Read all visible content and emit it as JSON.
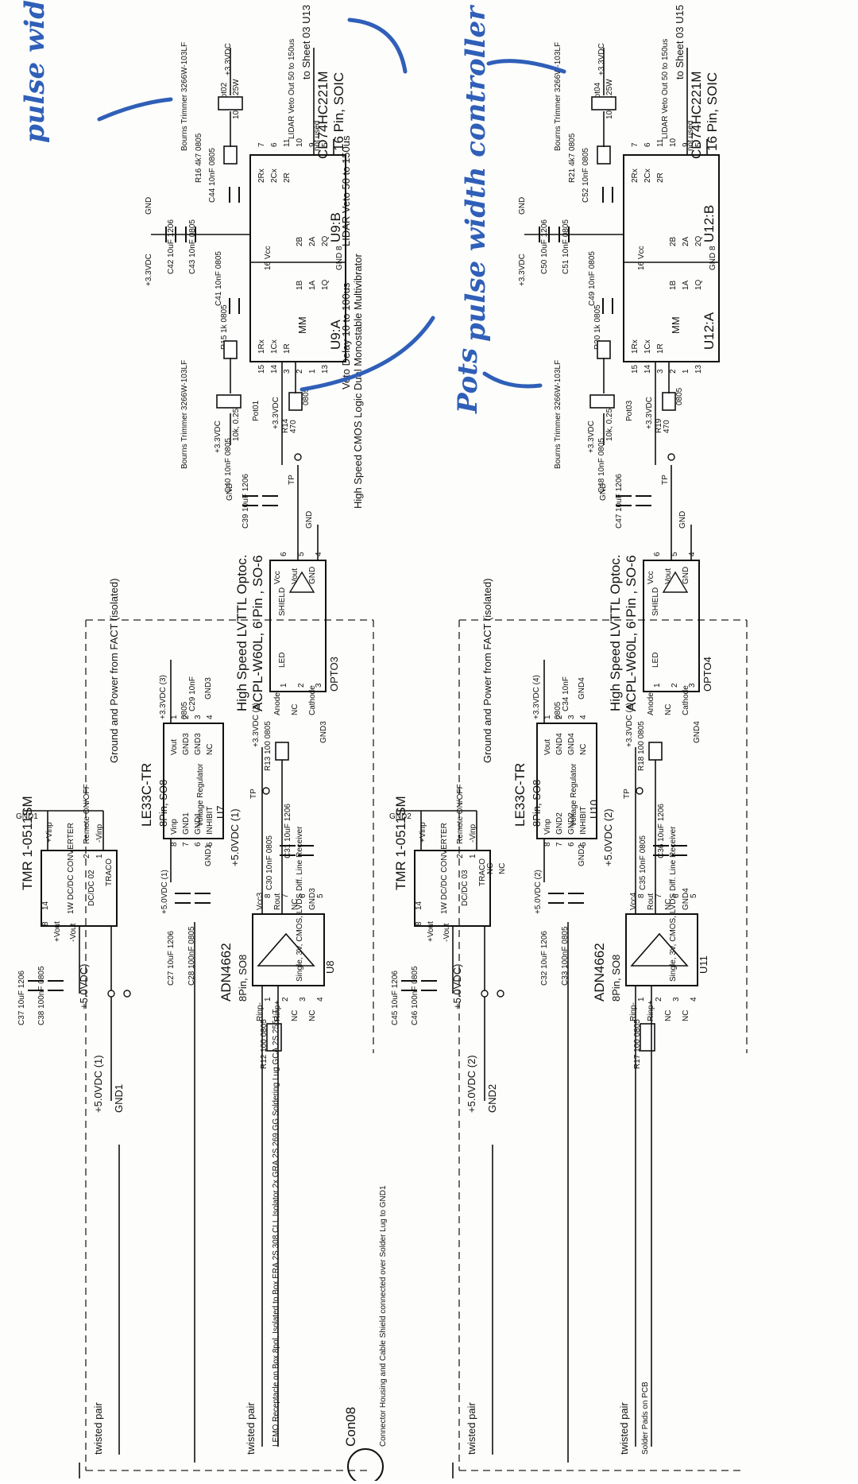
{
  "annotations": {
    "top_left_note": "pulse width controlle",
    "middle_note": "pulse width controller for",
    "bottom_note": "Pots"
  },
  "ink_color": "#2f5fb8",
  "channels": [
    {
      "id": 3,
      "connector": {
        "label": "LEMO Receptacle on Box 8pol, Isolated to Box ERA.2S.308.CLL Isolator 2x GRA.2S.269.GG Soldering Lug GCA.2S.255.LT",
        "name": "Con08",
        "shield_note": "Connector Housing and Cable Shield connected over Solder Lug to GND1",
        "twisted_pair": "twisted pair"
      },
      "isolation_box": {
        "title": "Ground and Power from FACT (isolated)"
      },
      "dcdc": {
        "part": "TMR 1-0511SM",
        "body": "1W DC/DC CONVERTER",
        "ref": "DC/DC 02",
        "maker": "TRACO",
        "pins": [
          "+Vinp",
          "-Vinp",
          "Remote ON/OFF",
          "+Vout",
          "-Vout"
        ],
        "pin_numbers": [
          "14",
          "1",
          "2",
          "8",
          "9",
          "7"
        ],
        "rail_in": "+5.0VDC (1)",
        "gnd": "GND1",
        "caps": [
          "C37 10uF 1206",
          "C38 100nF 0805"
        ],
        "supply": "+5.0VDC)"
      },
      "regulator": {
        "part": "LE33C-TR",
        "pkg": "8Pin, SO8",
        "ref": "U7",
        "body": "Voltage Regulator",
        "inhibit": "INHIBIT",
        "out_rail": "+3.3VDC (3)",
        "in_rail": "+5.0VDC (1)",
        "caps_out": [
          "C29 10nF",
          "0805"
        ],
        "caps_in": [
          "C27 10uF 1206",
          "C28 100nF 0805"
        ],
        "pins": [
          "Vout",
          "GND3",
          "GND3",
          "NC",
          "Vinp",
          "GND1",
          "GND1",
          "INHIBIT"
        ],
        "pin_numbers": [
          "1",
          "2",
          "3",
          "4",
          "8",
          "7",
          "6",
          "5"
        ],
        "gnd": "GND3",
        "gnd_in": "GND1"
      },
      "receiver": {
        "part": "ADN4662",
        "pkg": "8Pin, SO8",
        "ref": "U8",
        "body": "Single, 3V, CMOS, LVDS Diff. Line Receiver",
        "pins": [
          "Rinp-",
          "Rinp+",
          "NC",
          "NC",
          "Vcc3",
          "Rout",
          "NC",
          "GND3"
        ],
        "pin_numbers": [
          "1",
          "2",
          "3",
          "4",
          "8",
          "7",
          "6",
          "5"
        ],
        "term": "R12 100 0805",
        "caps": [
          "C30 10nF 0805",
          "C31 10uF 1206"
        ],
        "tp": "TP"
      },
      "optocoupler": {
        "header": "High Speed LVTTL Optoc.",
        "part": "ACPL-W60L, 6 Pin , SO-6",
        "ref": "OPTO3",
        "pins": [
          "Anode",
          "NC",
          "Cathode",
          "Vcc",
          "Vout",
          "GND"
        ],
        "pin_numbers": [
          "1",
          "2",
          "3",
          "6",
          "5",
          "4"
        ],
        "labels": [
          "SHIELD",
          "LED"
        ],
        "series": "R13 100 0805",
        "rail": "+3.3VDC (3)",
        "gnd": "GND3",
        "caps": [
          "C39 10uF 1206",
          "C40 10nF 0805"
        ],
        "gnd_out": "GND"
      },
      "monostable": {
        "part": "CD74HC221M",
        "pkg": "16 Pin, SOIC",
        "ref_a": "U9:A",
        "ref_b": "U9:B",
        "title": "High Speed CMOS Logic Dual Monostable Multivibrator",
        "delay": "Veto Delay 10 to 100us",
        "veto": "LIDAR Veto 50 to 150us",
        "veto_out": "LIDAR Veto Out 50 to 150us",
        "to_sheet": "to Sheet 03 U13",
        "not_used": "not used",
        "pins_a": [
          "1Rx",
          "1Cx",
          "1R",
          "1B",
          "1A",
          "1Q",
          "MM"
        ],
        "pins_b": [
          "2Rx",
          "2Cx",
          "2R",
          "2B",
          "2A",
          "2Q"
        ],
        "pin_numbers_a": [
          "15",
          "14",
          "3",
          "2",
          "1",
          "13",
          "4"
        ],
        "pin_numbers_b": [
          "7",
          "6",
          "11",
          "10",
          "9",
          "5",
          "12"
        ],
        "vcc": "16 Vcc",
        "gnd": "GND 8"
      },
      "pot_delay": {
        "trimmer": "Bourns Trimmer 3266W-103LF",
        "ref": "Pot01",
        "value": "10k, 0.25W",
        "r": "R15 1k 0805",
        "c": "C41 10nF 0805",
        "rail": "+3.3VDC"
      },
      "pot_veto": {
        "trimmer": "Bourns Trimmer 3266W-103LF",
        "ref": "Pot02",
        "value": "10k, 0.25W",
        "r": "R16 4k7 0805",
        "c": "C44 10nF 0805",
        "rail": "+3.3VDC"
      },
      "decoupling": {
        "c1": "C42 10uF 1206",
        "c2": "C43 10nF 0805",
        "rail": "+3.3VDC",
        "gnd": "GND"
      },
      "pullup": {
        "ref": "R14",
        "value": "470",
        "pkg": "0805",
        "rail": "+3.3VDC",
        "tp": "TP"
      }
    },
    {
      "id": 4,
      "connector": {
        "label": "Solder Pads on PCB",
        "twisted_pair": "twisted pair"
      },
      "isolation_box": {
        "title": "Ground and Power from FACT (isolated)"
      },
      "dcdc": {
        "part": "TMR 1-0511SM",
        "body": "1W DC/DC CONVERTER",
        "ref": "DC/DC 03",
        "maker": "TRACO",
        "pins": [
          "+Vinp",
          "-Vinp",
          "Remote ON/OFF",
          "+Vout",
          "-Vout"
        ],
        "pin_numbers": [
          "14",
          "1",
          "2",
          "8",
          "9",
          "7",
          "6"
        ],
        "rail_in": "+5.0VDC (2)",
        "gnd": "GND2",
        "caps": [
          "C45 10uF 1206",
          "C46 100nF 0805"
        ],
        "supply": "+5.0VDC)",
        "nc": [
          "NC",
          "NC"
        ]
      },
      "regulator": {
        "part": "LE33C-TR",
        "pkg": "8Pin, SO8",
        "ref": "U10",
        "body": "Voltage Regulator",
        "inhibit": "INHIBIT",
        "out_rail": "+3.3VDC (4)",
        "in_rail": "+5.0VDC (2)",
        "caps_out": [
          "C34 10nF",
          "0805"
        ],
        "caps_in": [
          "C32 10uF 1206",
          "C33 100nF 0805"
        ],
        "pins": [
          "Vout",
          "GND4",
          "GND4",
          "NC",
          "Vinp",
          "GND2",
          "GND2",
          "INHIBIT"
        ],
        "pin_numbers": [
          "1",
          "2",
          "3",
          "4",
          "8",
          "7",
          "6",
          "5"
        ],
        "gnd": "GND4",
        "gnd_in": "GND2"
      },
      "receiver": {
        "part": "ADN4662",
        "pkg": "8Pin, SO8",
        "ref": "U11",
        "body": "Single, 3V, CMOS, LVDS Diff. Line Receiver",
        "pins": [
          "Rinp-",
          "Rinp+",
          "NC",
          "NC",
          "Vcc4",
          "Rout",
          "NC",
          "GND4"
        ],
        "pin_numbers": [
          "1",
          "2",
          "3",
          "4",
          "8",
          "7",
          "6",
          "5"
        ],
        "term": "R17 100 0805",
        "caps": [
          "C35 10nF 0805",
          "C36 10uF 1206"
        ],
        "tp": "TP"
      },
      "optocoupler": {
        "header": "High Speed LVTTL Optoc.",
        "part": "ACPL-W60L, 6 Pin , SO-6",
        "ref": "OPTO4",
        "pins": [
          "Anode",
          "NC",
          "Cathode",
          "Vcc",
          "Vout",
          "GND"
        ],
        "pin_numbers": [
          "1",
          "2",
          "3",
          "6",
          "5",
          "4"
        ],
        "labels": [
          "SHIELD",
          "LED"
        ],
        "series": "R18 100 0805",
        "rail": "+3.3VDC (4)",
        "gnd": "GND4",
        "caps": [
          "C47 10uF 1206",
          "C48 10nF 0805"
        ],
        "gnd_out": "GND"
      },
      "monostable": {
        "part": "CD74HC221M",
        "pkg": "16 Pin, SOIC",
        "ref_a": "U12:A",
        "ref_b": "U12:B",
        "veto_out": "LIDAR Veto Out 50 to 150us",
        "to_sheet": "to Sheet 03 U15",
        "not_used": "not used",
        "pins_a": [
          "1Rx",
          "1Cx",
          "1R",
          "1B",
          "1A",
          "1Q",
          "MM"
        ],
        "pins_b": [
          "2Rx",
          "2Cx",
          "2R",
          "2B",
          "2A",
          "2Q"
        ],
        "pin_numbers_a": [
          "15",
          "14",
          "3",
          "2",
          "1",
          "13",
          "4"
        ],
        "pin_numbers_b": [
          "7",
          "6",
          "11",
          "10",
          "9",
          "5",
          "12"
        ],
        "vcc": "16 Vcc",
        "gnd": "GND 8"
      },
      "pot_delay": {
        "trimmer": "Bourns Trimmer 3266W-103LF",
        "ref": "Pot03",
        "value": "10k, 0.25W",
        "r": "R20 1k 0805",
        "c": "C49 10nF 0805",
        "rail": "+3.3VDC"
      },
      "pot_veto": {
        "trimmer": "Bourns Trimmer 3266W-103LF",
        "ref": "Pot04",
        "value": "10k, 0.25W",
        "r": "R21 4k7 0805",
        "c": "C52 10nF 0805",
        "rail": "+3.3VDC"
      },
      "decoupling": {
        "c1": "C50 10uF 1206",
        "c2": "C51 10nF 0805",
        "rail": "+3.3VDC",
        "gnd": "GND"
      },
      "pullup": {
        "ref": "R19",
        "value": "470",
        "pkg": "0805",
        "rail": "+3.3VDC",
        "tp": "TP"
      }
    }
  ]
}
